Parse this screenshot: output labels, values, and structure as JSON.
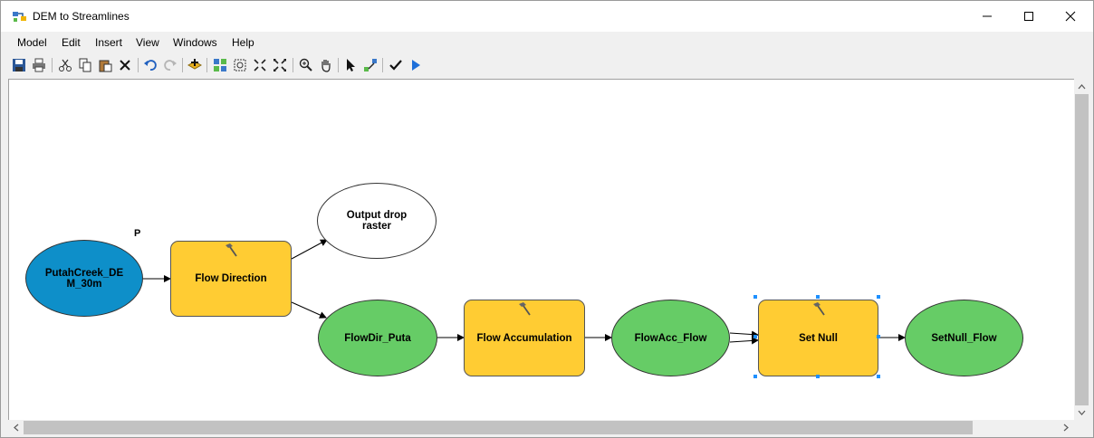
{
  "window": {
    "title": "DEM to Streamlines"
  },
  "menu": [
    "Model",
    "Edit",
    "Insert",
    "View",
    "Windows",
    "Help"
  ],
  "toolbar": [
    {
      "icon": "save-icon"
    },
    {
      "icon": "print-icon"
    },
    {
      "icon": "cut-icon"
    },
    {
      "icon": "copy-icon"
    },
    {
      "icon": "paste-icon"
    },
    {
      "icon": "delete-icon"
    },
    {
      "icon": "undo-icon"
    },
    {
      "icon": "redo-icon"
    },
    {
      "icon": "add-data-icon"
    },
    {
      "icon": "auto-layout-icon"
    },
    {
      "icon": "full-extent-icon"
    },
    {
      "icon": "fixed-zoom-in-icon"
    },
    {
      "icon": "fixed-zoom-out-icon"
    },
    {
      "icon": "zoom-icon"
    },
    {
      "icon": "pan-icon"
    },
    {
      "icon": "select-icon"
    },
    {
      "icon": "connect-icon"
    },
    {
      "icon": "validate-icon"
    },
    {
      "icon": "run-icon"
    }
  ],
  "diagram": {
    "nodes": {
      "putah": {
        "label": "PutahCreek_DE M_30m",
        "kind": "input-data",
        "color": "#0e8fc9"
      },
      "flowdir": {
        "label": "Flow Direction",
        "kind": "tool",
        "color": "#ffcc33"
      },
      "outdrop": {
        "label": "Output drop raster",
        "kind": "derived-data",
        "color": "#ffffff"
      },
      "flowdirputa": {
        "label": "FlowDir_Puta",
        "kind": "derived-data",
        "color": "#66cc66"
      },
      "flowacc": {
        "label": "Flow Accumulation",
        "kind": "tool",
        "color": "#ffcc33"
      },
      "flowaccflow": {
        "label": "FlowAcc_Flow",
        "kind": "derived-data",
        "color": "#66cc66"
      },
      "setnull": {
        "label": "Set Null",
        "kind": "tool",
        "color": "#ffcc33"
      },
      "setnullflow": {
        "label": "SetNull_Flow",
        "kind": "derived-data",
        "color": "#66cc66"
      }
    },
    "parameter_marker": "P"
  }
}
